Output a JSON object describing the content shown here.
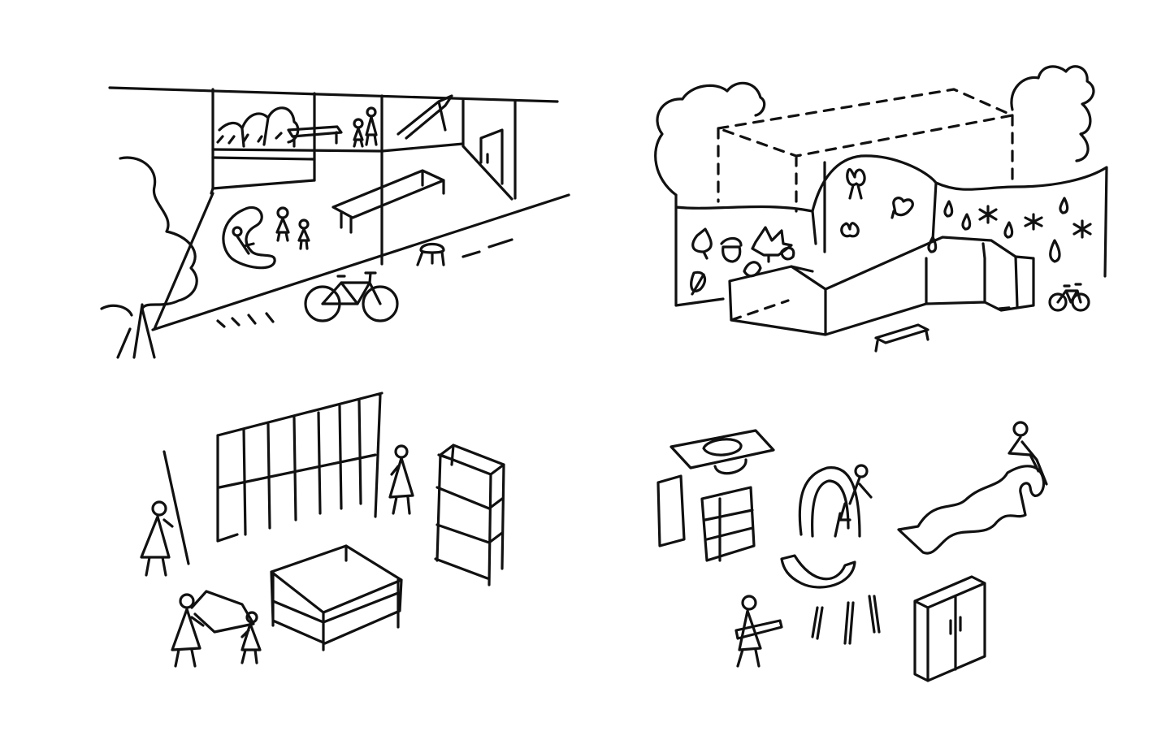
{
  "canvas": {
    "background": "#ffffff",
    "ink": "#111111"
  },
  "panels": [
    {
      "id": "storefront",
      "icons": [
        "tree-icon",
        "bench-icon",
        "slide-icon",
        "door-icon",
        "child-figure-icon",
        "bicycle-icon",
        "stool-icon"
      ]
    },
    {
      "id": "building-wall",
      "icons": [
        "cloud-icon",
        "dashed-volume-icon",
        "leaf-icon",
        "butterfly-icon",
        "raindrop-icon",
        "star-icon",
        "bench-icon",
        "bicycle-icon"
      ]
    },
    {
      "id": "furniture-building",
      "icons": [
        "grid-panel-icon",
        "shelf-icon",
        "table-icon",
        "adult-figure-icon",
        "child-figure-icon"
      ]
    },
    {
      "id": "components",
      "icons": [
        "mirror-icon",
        "cabinet-icon",
        "arch-icon",
        "rocker-icon",
        "rolled-mat-icon",
        "wardrobe-icon",
        "plank-icon",
        "figure-icon"
      ]
    }
  ]
}
